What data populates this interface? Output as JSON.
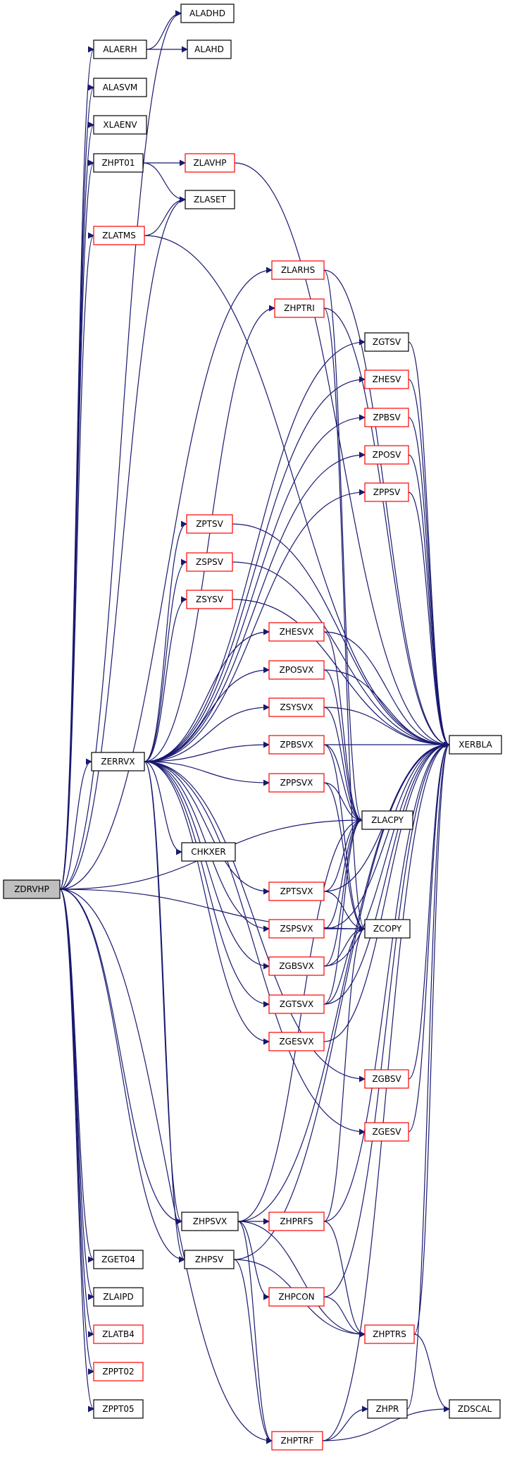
{
  "diagram": {
    "type": "call-graph",
    "colors": {
      "edge": "#191970",
      "border_default": "#000000",
      "border_undocumented": "#ff0000",
      "root_fill": "#bfbfbf",
      "background": "#ffffff"
    },
    "nodes": [
      {
        "id": "ZDRVHP",
        "label": "ZDRVHP",
        "style": "root"
      },
      {
        "id": "ALADHD",
        "label": "ALADHD",
        "style": "black"
      },
      {
        "id": "ALAERH",
        "label": "ALAERH",
        "style": "black"
      },
      {
        "id": "ALAHD",
        "label": "ALAHD",
        "style": "black"
      },
      {
        "id": "ALASVM",
        "label": "ALASVM",
        "style": "black"
      },
      {
        "id": "XLAENV",
        "label": "XLAENV",
        "style": "black"
      },
      {
        "id": "ZHPT01",
        "label": "ZHPT01",
        "style": "black"
      },
      {
        "id": "ZLAVHP",
        "label": "ZLAVHP",
        "style": "red"
      },
      {
        "id": "ZLASET",
        "label": "ZLASET",
        "style": "black"
      },
      {
        "id": "ZLATMS",
        "label": "ZLATMS",
        "style": "red"
      },
      {
        "id": "ZLARHS",
        "label": "ZLARHS",
        "style": "red"
      },
      {
        "id": "ZHPTRI",
        "label": "ZHPTRI",
        "style": "red"
      },
      {
        "id": "ZGTSV",
        "label": "ZGTSV",
        "style": "black"
      },
      {
        "id": "ZHESV",
        "label": "ZHESV",
        "style": "red"
      },
      {
        "id": "ZPBSV",
        "label": "ZPBSV",
        "style": "red"
      },
      {
        "id": "ZPOSV",
        "label": "ZPOSV",
        "style": "red"
      },
      {
        "id": "ZPPSV",
        "label": "ZPPSV",
        "style": "red"
      },
      {
        "id": "ZPTSV",
        "label": "ZPTSV",
        "style": "red"
      },
      {
        "id": "ZSPSV",
        "label": "ZSPSV",
        "style": "red"
      },
      {
        "id": "ZSYSV",
        "label": "ZSYSV",
        "style": "red"
      },
      {
        "id": "ZHESVX",
        "label": "ZHESVX",
        "style": "red"
      },
      {
        "id": "ZPOSVX",
        "label": "ZPOSVX",
        "style": "red"
      },
      {
        "id": "ZSYSVX",
        "label": "ZSYSVX",
        "style": "red"
      },
      {
        "id": "ZPBSVX",
        "label": "ZPBSVX",
        "style": "red"
      },
      {
        "id": "ZPPSVX",
        "label": "ZPPSVX",
        "style": "red"
      },
      {
        "id": "ZERRVX",
        "label": "ZERRVX",
        "style": "black"
      },
      {
        "id": "XERBLA",
        "label": "XERBLA",
        "style": "black"
      },
      {
        "id": "ZLACPY",
        "label": "ZLACPY",
        "style": "black"
      },
      {
        "id": "CHKXER",
        "label": "CHKXER",
        "style": "black"
      },
      {
        "id": "ZPTSVX",
        "label": "ZPTSVX",
        "style": "red"
      },
      {
        "id": "ZSPSVX",
        "label": "ZSPSVX",
        "style": "red"
      },
      {
        "id": "ZCOPY",
        "label": "ZCOPY",
        "style": "black"
      },
      {
        "id": "ZGBSVX",
        "label": "ZGBSVX",
        "style": "red"
      },
      {
        "id": "ZGTSVX",
        "label": "ZGTSVX",
        "style": "red"
      },
      {
        "id": "ZGESVX",
        "label": "ZGESVX",
        "style": "red"
      },
      {
        "id": "ZGBSV",
        "label": "ZGBSV",
        "style": "red"
      },
      {
        "id": "ZGESV",
        "label": "ZGESV",
        "style": "red"
      },
      {
        "id": "ZHPSVX",
        "label": "ZHPSVX",
        "style": "black"
      },
      {
        "id": "ZHPRFS",
        "label": "ZHPRFS",
        "style": "red"
      },
      {
        "id": "ZGET04",
        "label": "ZGET04",
        "style": "black"
      },
      {
        "id": "ZHPSV",
        "label": "ZHPSV",
        "style": "black"
      },
      {
        "id": "ZLAIPD",
        "label": "ZLAIPD",
        "style": "black"
      },
      {
        "id": "ZHPCON",
        "label": "ZHPCON",
        "style": "red"
      },
      {
        "id": "ZLATB4",
        "label": "ZLATB4",
        "style": "red"
      },
      {
        "id": "ZHPTRS",
        "label": "ZHPTRS",
        "style": "red"
      },
      {
        "id": "ZPPT02",
        "label": "ZPPT02",
        "style": "red"
      },
      {
        "id": "ZPPT05",
        "label": "ZPPT05",
        "style": "black"
      },
      {
        "id": "ZHPR",
        "label": "ZHPR",
        "style": "black"
      },
      {
        "id": "ZDSCAL",
        "label": "ZDSCAL",
        "style": "black"
      },
      {
        "id": "ZHPTRF",
        "label": "ZHPTRF",
        "style": "red"
      }
    ],
    "edges": [
      [
        "ZDRVHP",
        "ALADHD"
      ],
      [
        "ZDRVHP",
        "ALAERH"
      ],
      [
        "ZDRVHP",
        "ALASVM"
      ],
      [
        "ZDRVHP",
        "XLAENV"
      ],
      [
        "ZDRVHP",
        "ZHPT01"
      ],
      [
        "ZDRVHP",
        "ZLASET"
      ],
      [
        "ZDRVHP",
        "ZLATMS"
      ],
      [
        "ZDRVHP",
        "ZLARHS"
      ],
      [
        "ZDRVHP",
        "ZERRVX"
      ],
      [
        "ZDRVHP",
        "ZLACPY"
      ],
      [
        "ZDRVHP",
        "ZCOPY"
      ],
      [
        "ZDRVHP",
        "ZHPSVX"
      ],
      [
        "ZDRVHP",
        "ZHPSV"
      ],
      [
        "ZDRVHP",
        "ZGET04"
      ],
      [
        "ZDRVHP",
        "ZLAIPD"
      ],
      [
        "ZDRVHP",
        "ZLATB4"
      ],
      [
        "ZDRVHP",
        "ZPPT02"
      ],
      [
        "ZDRVHP",
        "ZPPT05"
      ],
      [
        "ZDRVHP",
        "ZHPTRF"
      ],
      [
        "ALAERH",
        "ALADHD"
      ],
      [
        "ALAERH",
        "ALAHD"
      ],
      [
        "ZHPT01",
        "ZLAVHP"
      ],
      [
        "ZHPT01",
        "ZLASET"
      ],
      [
        "ZLAVHP",
        "XERBLA"
      ],
      [
        "ZLATMS",
        "ZLASET"
      ],
      [
        "ZLATMS",
        "XERBLA"
      ],
      [
        "ZLARHS",
        "XERBLA"
      ],
      [
        "ZLARHS",
        "ZLACPY"
      ],
      [
        "ZHPTRI",
        "XERBLA"
      ],
      [
        "ZHPTRI",
        "ZCOPY"
      ],
      [
        "ZGTSV",
        "XERBLA"
      ],
      [
        "ZHESV",
        "XERBLA"
      ],
      [
        "ZPBSV",
        "XERBLA"
      ],
      [
        "ZPOSV",
        "XERBLA"
      ],
      [
        "ZPPSV",
        "XERBLA"
      ],
      [
        "ZPTSV",
        "XERBLA"
      ],
      [
        "ZSPSV",
        "XERBLA"
      ],
      [
        "ZSYSV",
        "XERBLA"
      ],
      [
        "ZERRVX",
        "ZHPTRI"
      ],
      [
        "ZERRVX",
        "ZGTSV"
      ],
      [
        "ZERRVX",
        "ZHESV"
      ],
      [
        "ZERRVX",
        "ZPBSV"
      ],
      [
        "ZERRVX",
        "ZPOSV"
      ],
      [
        "ZERRVX",
        "ZPPSV"
      ],
      [
        "ZERRVX",
        "ZPTSV"
      ],
      [
        "ZERRVX",
        "ZSPSV"
      ],
      [
        "ZERRVX",
        "ZSYSV"
      ],
      [
        "ZERRVX",
        "ZHESVX"
      ],
      [
        "ZERRVX",
        "ZPOSVX"
      ],
      [
        "ZERRVX",
        "ZSYSVX"
      ],
      [
        "ZERRVX",
        "ZPBSVX"
      ],
      [
        "ZERRVX",
        "ZPPSVX"
      ],
      [
        "ZERRVX",
        "CHKXER"
      ],
      [
        "ZERRVX",
        "ZPTSVX"
      ],
      [
        "ZERRVX",
        "ZSPSVX"
      ],
      [
        "ZERRVX",
        "ZGBSVX"
      ],
      [
        "ZERRVX",
        "ZGTSVX"
      ],
      [
        "ZERRVX",
        "ZGESVX"
      ],
      [
        "ZERRVX",
        "ZGBSV"
      ],
      [
        "ZERRVX",
        "ZGESV"
      ],
      [
        "ZERRVX",
        "ZHPSVX"
      ],
      [
        "ZERRVX",
        "ZHPSV"
      ],
      [
        "ZHESVX",
        "XERBLA"
      ],
      [
        "ZHESVX",
        "ZLACPY"
      ],
      [
        "ZPOSVX",
        "XERBLA"
      ],
      [
        "ZPOSVX",
        "ZLACPY"
      ],
      [
        "ZSYSVX",
        "XERBLA"
      ],
      [
        "ZSYSVX",
        "ZLACPY"
      ],
      [
        "ZPBSVX",
        "XERBLA"
      ],
      [
        "ZPBSVX",
        "ZLACPY"
      ],
      [
        "ZPBSVX",
        "ZCOPY"
      ],
      [
        "ZPPSVX",
        "ZLACPY"
      ],
      [
        "ZPPSVX",
        "ZCOPY"
      ],
      [
        "ZPTSVX",
        "XERBLA"
      ],
      [
        "ZPTSVX",
        "ZLACPY"
      ],
      [
        "ZPTSVX",
        "ZCOPY"
      ],
      [
        "ZSPSVX",
        "XERBLA"
      ],
      [
        "ZSPSVX",
        "ZLACPY"
      ],
      [
        "ZSPSVX",
        "ZCOPY"
      ],
      [
        "ZGBSVX",
        "XERBLA"
      ],
      [
        "ZGBSVX",
        "ZLACPY"
      ],
      [
        "ZGBSVX",
        "ZCOPY"
      ],
      [
        "ZGTSVX",
        "XERBLA"
      ],
      [
        "ZGTSVX",
        "ZLACPY"
      ],
      [
        "ZGTSVX",
        "ZCOPY"
      ],
      [
        "ZGESVX",
        "XERBLA"
      ],
      [
        "ZGBSV",
        "XERBLA"
      ],
      [
        "ZGESV",
        "XERBLA"
      ],
      [
        "ZHPSVX",
        "ZLACPY"
      ],
      [
        "ZHPSVX",
        "XERBLA"
      ],
      [
        "ZHPSVX",
        "ZHPRFS"
      ],
      [
        "ZHPSVX",
        "ZHPCON"
      ],
      [
        "ZHPSVX",
        "ZHPTRS"
      ],
      [
        "ZHPSVX",
        "ZHPTRF"
      ],
      [
        "ZHPRFS",
        "XERBLA"
      ],
      [
        "ZHPRFS",
        "ZCOPY"
      ],
      [
        "ZHPRFS",
        "ZHPTRS"
      ],
      [
        "ZHPCON",
        "XERBLA"
      ],
      [
        "ZHPCON",
        "ZHPTRS"
      ],
      [
        "ZHPSV",
        "XERBLA"
      ],
      [
        "ZHPSV",
        "ZHPTRS"
      ],
      [
        "ZHPSV",
        "ZHPTRF"
      ],
      [
        "ZHPTRS",
        "XERBLA"
      ],
      [
        "ZHPTRS",
        "ZDSCAL"
      ],
      [
        "ZHPR",
        "XERBLA"
      ],
      [
        "ZHPTRF",
        "ZHPR"
      ],
      [
        "ZHPTRF",
        "XERBLA"
      ],
      [
        "ZHPTRF",
        "ZDSCAL"
      ]
    ]
  }
}
